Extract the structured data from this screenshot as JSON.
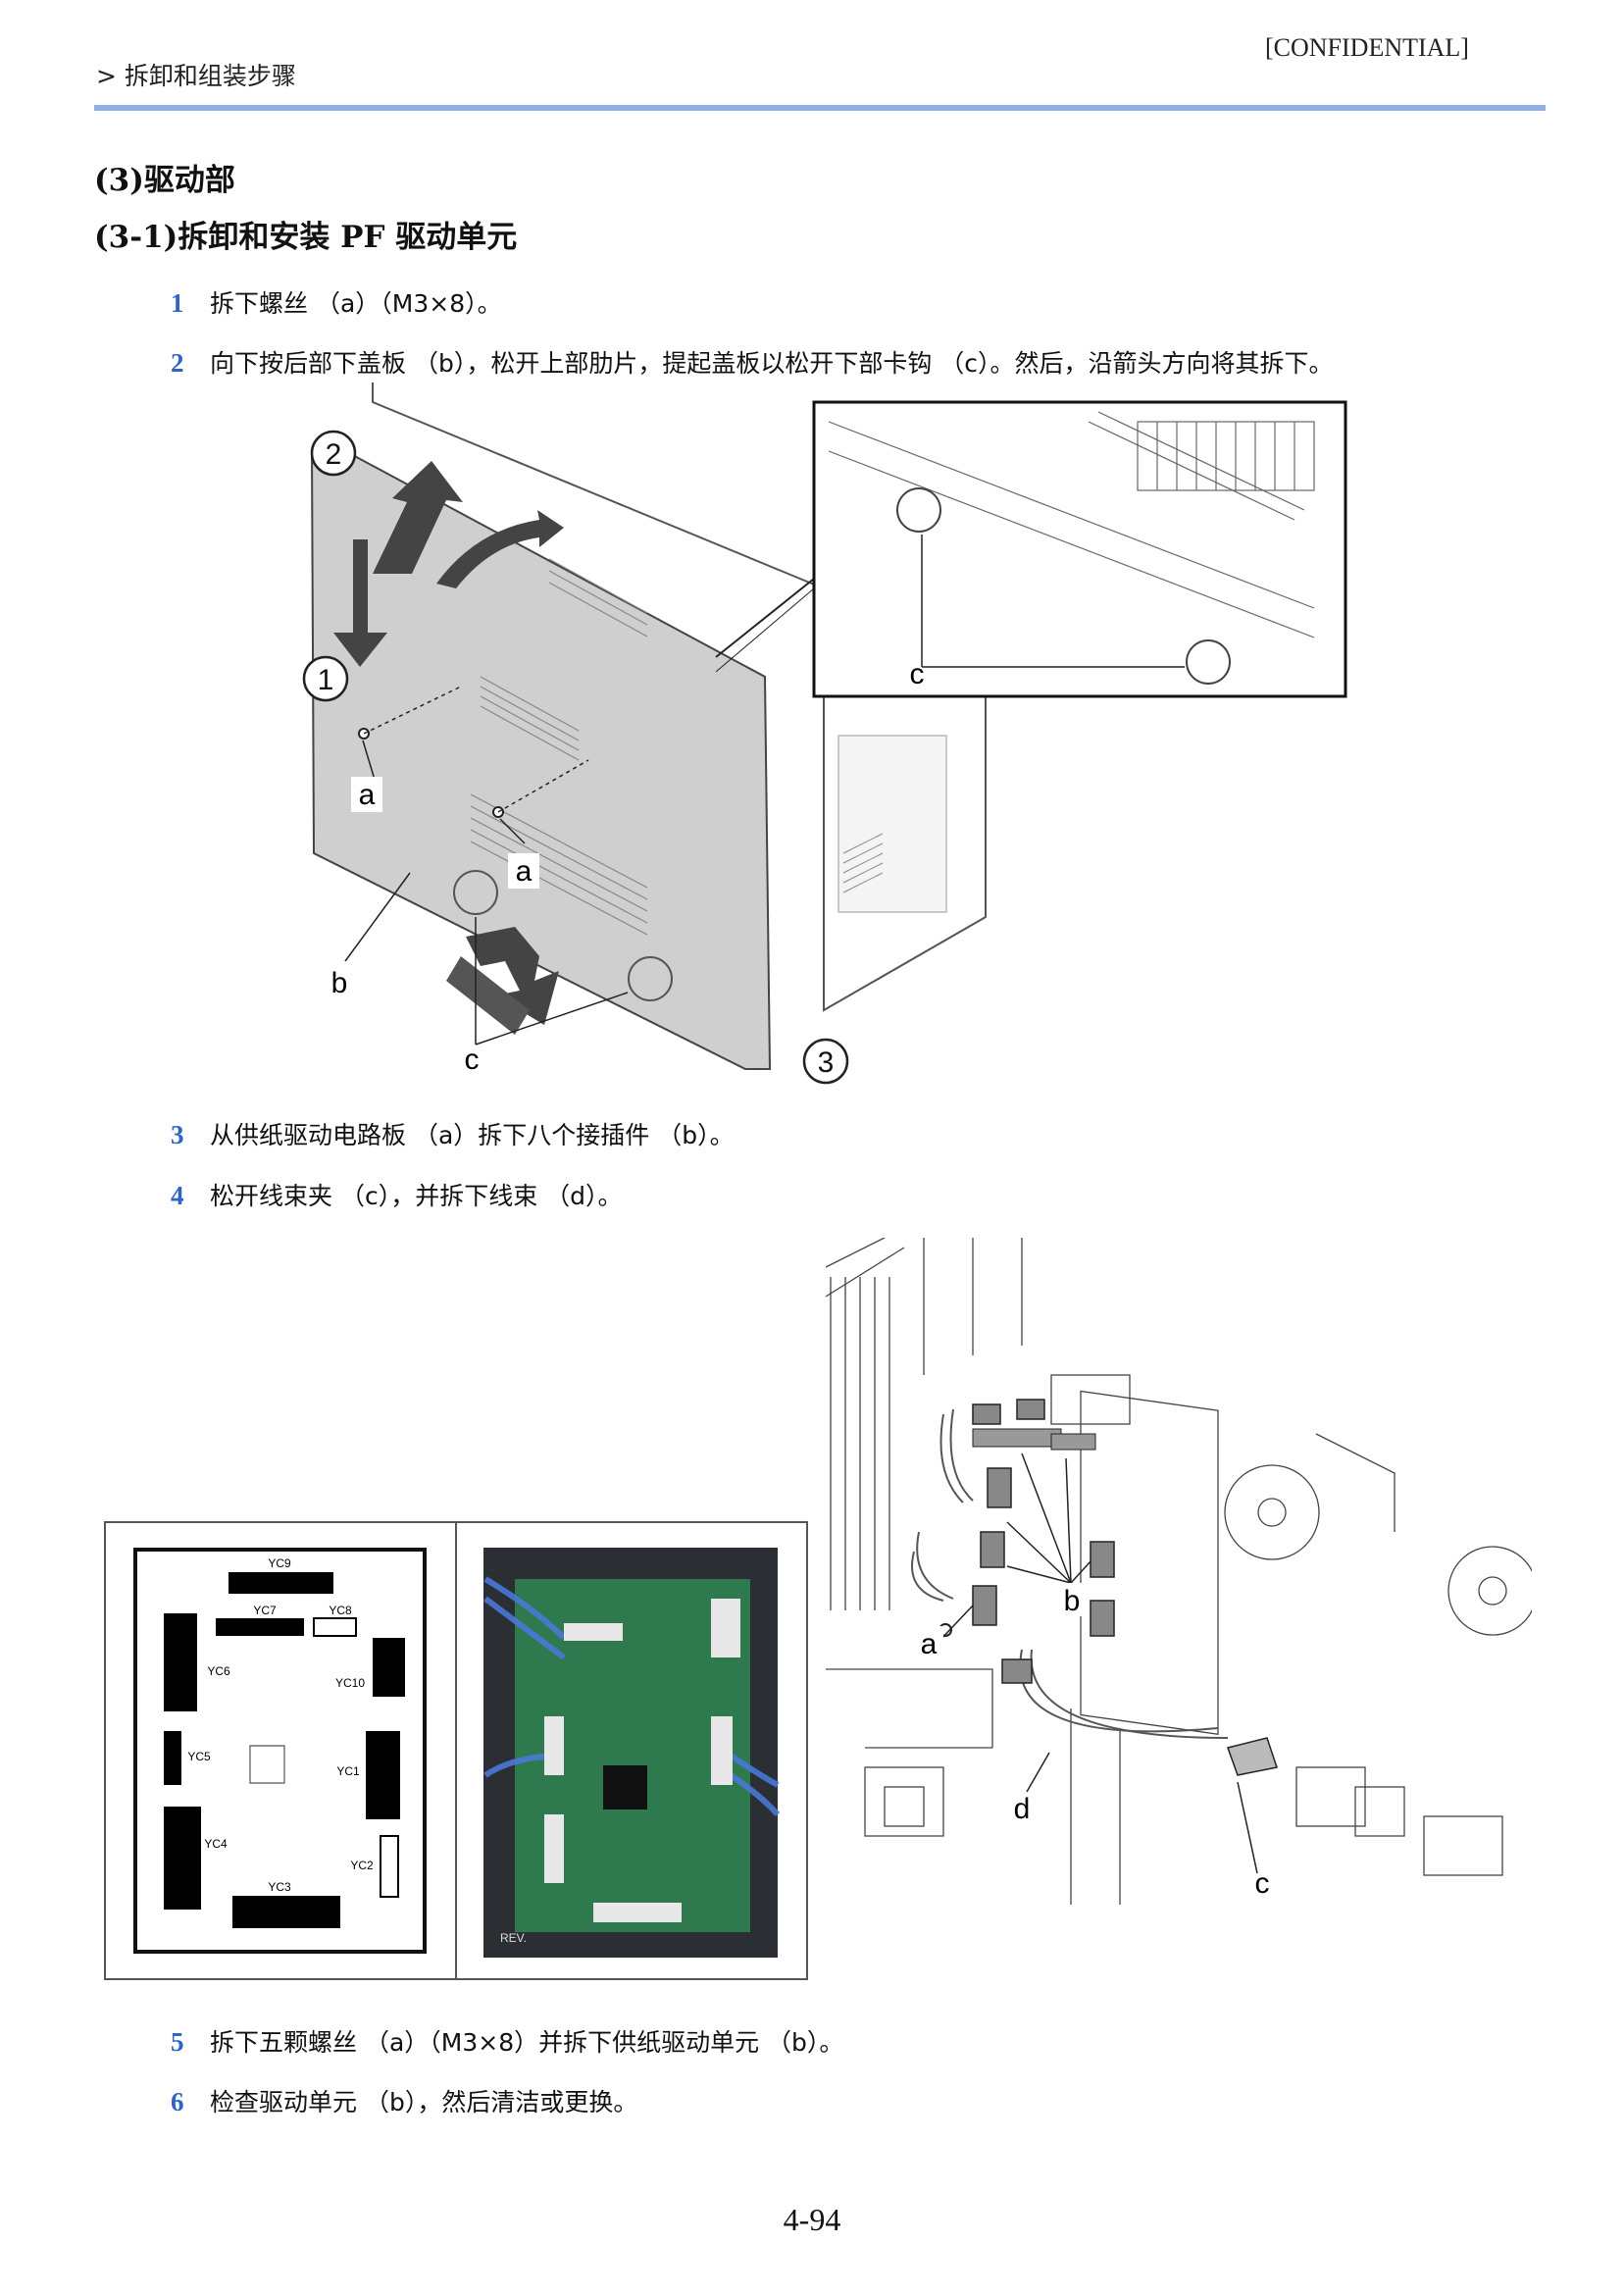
{
  "header": {
    "breadcrumb": "> 拆卸和组装步骤",
    "confidential": "[CONFIDENTIAL]"
  },
  "section": {
    "title": "(3)驱动部",
    "subtitle": "(3-1)拆卸和安装 PF 驱动单元"
  },
  "steps": [
    {
      "num": "1",
      "text": "拆下螺丝 （a）（M3×8）。"
    },
    {
      "num": "2",
      "text": "向下按后部下盖板 （b），松开上部肋片，提起盖板以松开下部卡钩 （c）。然后，沿箭头方向将其拆下。"
    },
    {
      "num": "3",
      "text": "从供纸驱动电路板 （a）拆下八个接插件 （b）。"
    },
    {
      "num": "4",
      "text": "松开线束夹 （c），并拆下线束 （d）。"
    },
    {
      "num": "5",
      "text": "拆下五颗螺丝 （a）（M3×8）并拆下供纸驱动单元 （b）。"
    },
    {
      "num": "6",
      "text": "检查驱动单元 （b），然后清洁或更换。"
    }
  ],
  "figure1": {
    "callouts": [
      "1",
      "2",
      "3"
    ],
    "labels": {
      "a1": "a",
      "a2": "a",
      "b": "b",
      "c": "c",
      "inset_c": "c"
    }
  },
  "figure2": {
    "board_labels": [
      "YC9",
      "YC7",
      "YC8",
      "YC6",
      "YC10",
      "YC5",
      "YC1",
      "YC4",
      "YC2",
      "YC3"
    ],
    "photo_label": "REV."
  },
  "figure3": {
    "labels": {
      "a": "a",
      "b": "b",
      "c": "c",
      "d": "d"
    }
  },
  "footer": {
    "page": "4-94"
  }
}
